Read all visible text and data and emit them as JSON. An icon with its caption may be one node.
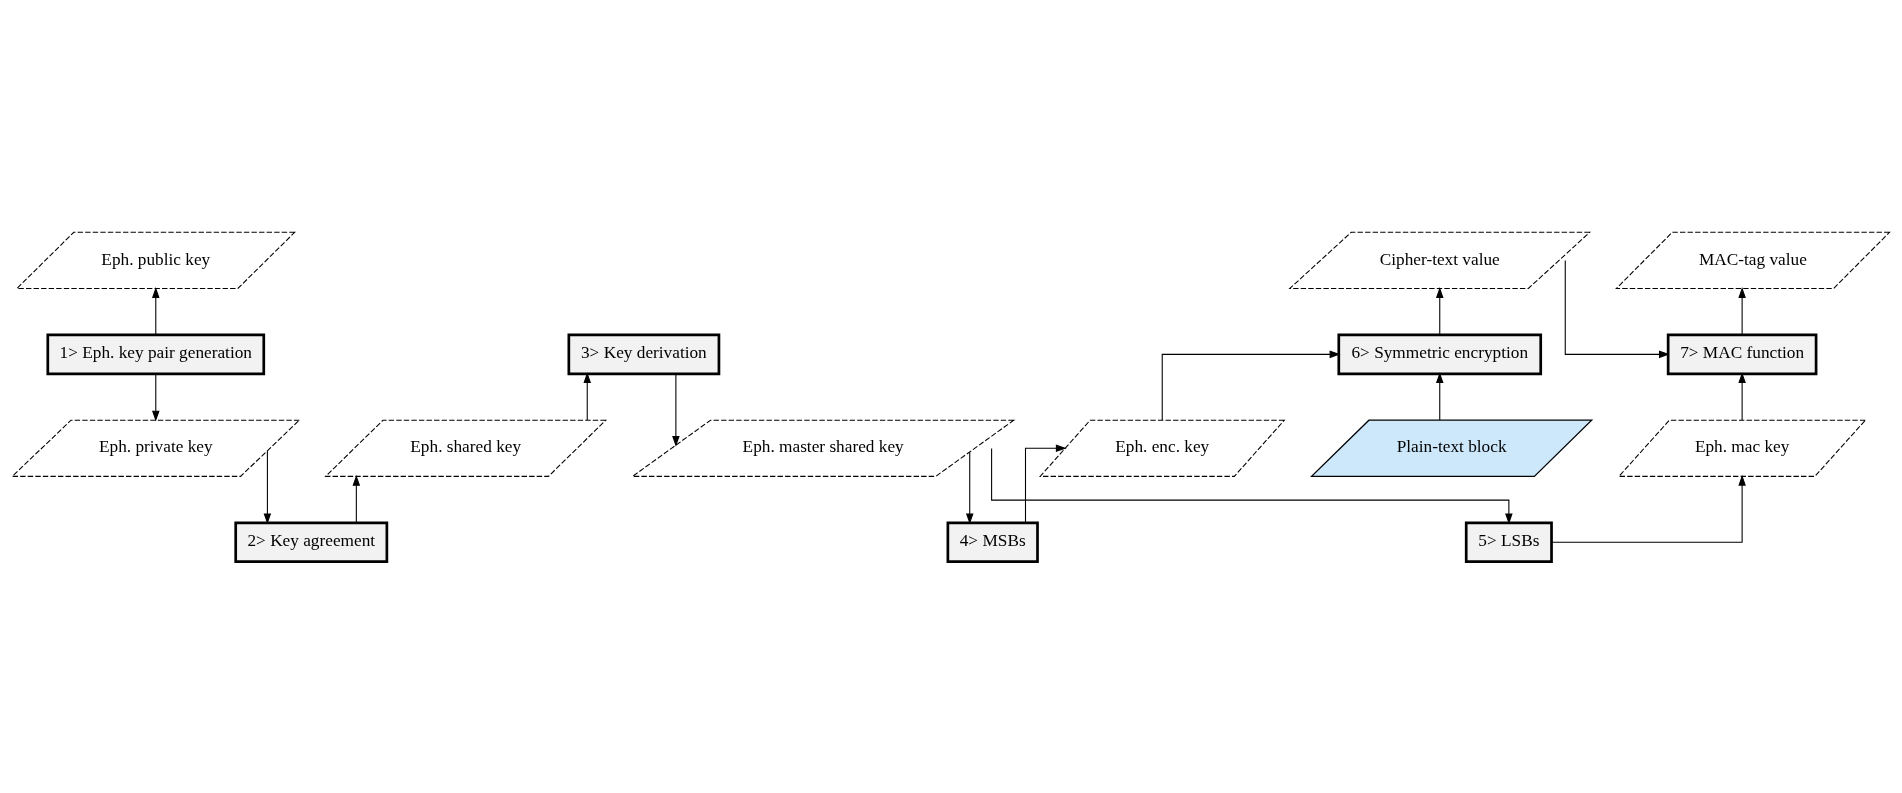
{
  "diagram": {
    "nodes": [
      {
        "text": [
          "Eph. public key"
        ]
      },
      {
        "text": [
          "1> Eph. key pair generation"
        ]
      },
      {
        "text": [
          "3> Key derivation"
        ]
      },
      {
        "text": [
          "Cipher-text value"
        ]
      },
      {
        "text": [
          "MAC-tag value"
        ]
      },
      {
        "text": [
          "6> Symmetric encryption"
        ]
      },
      {
        "text": [
          "7> MAC function"
        ]
      },
      {
        "text": [
          "Eph. private key"
        ]
      },
      {
        "text": [
          "Eph. shared key"
        ]
      },
      {
        "text": [
          "Eph. master shared key"
        ]
      },
      {
        "text": [
          "Eph. enc. key"
        ]
      },
      {
        "text": [
          "Plain-text block"
        ]
      },
      {
        "text": [
          "Eph. mac key"
        ]
      },
      {
        "text": [
          "4> MSBs"
        ]
      },
      {
        "text": [
          "2> Key agreement"
        ]
      },
      {
        "text": [
          "5> LSBs"
        ]
      }
    ],
    "edges": [
      {
        "from": 1,
        "to": 0,
        "arrow": "to"
      },
      {
        "from": 1,
        "to": 7,
        "arrow": "to"
      },
      {
        "from": 7,
        "to": 14,
        "arrow": "to"
      },
      {
        "from": 14,
        "to": 8,
        "arrow": "to"
      },
      {
        "from": 8,
        "to": 2,
        "arrow": "to"
      },
      {
        "from": 2,
        "to": 9,
        "arrow": "to"
      },
      {
        "from": 9,
        "to": 13,
        "arrow": "to"
      },
      {
        "from": 9,
        "to": 15,
        "arrow": "to"
      },
      {
        "from": 13,
        "to": 10,
        "arrow": "to"
      },
      {
        "from": 10,
        "to": 5,
        "arrow": "to"
      },
      {
        "from": 11,
        "to": 5,
        "arrow": "to"
      },
      {
        "from": 5,
        "to": 3,
        "arrow": "to"
      },
      {
        "from": 3,
        "to": 6,
        "arrow": "to"
      },
      {
        "from": 12,
        "to": 6,
        "arrow": "to"
      },
      {
        "from": 6,
        "to": 4,
        "arrow": "to"
      },
      {
        "from": 15,
        "to": 12,
        "arrow": "to"
      }
    ]
  }
}
